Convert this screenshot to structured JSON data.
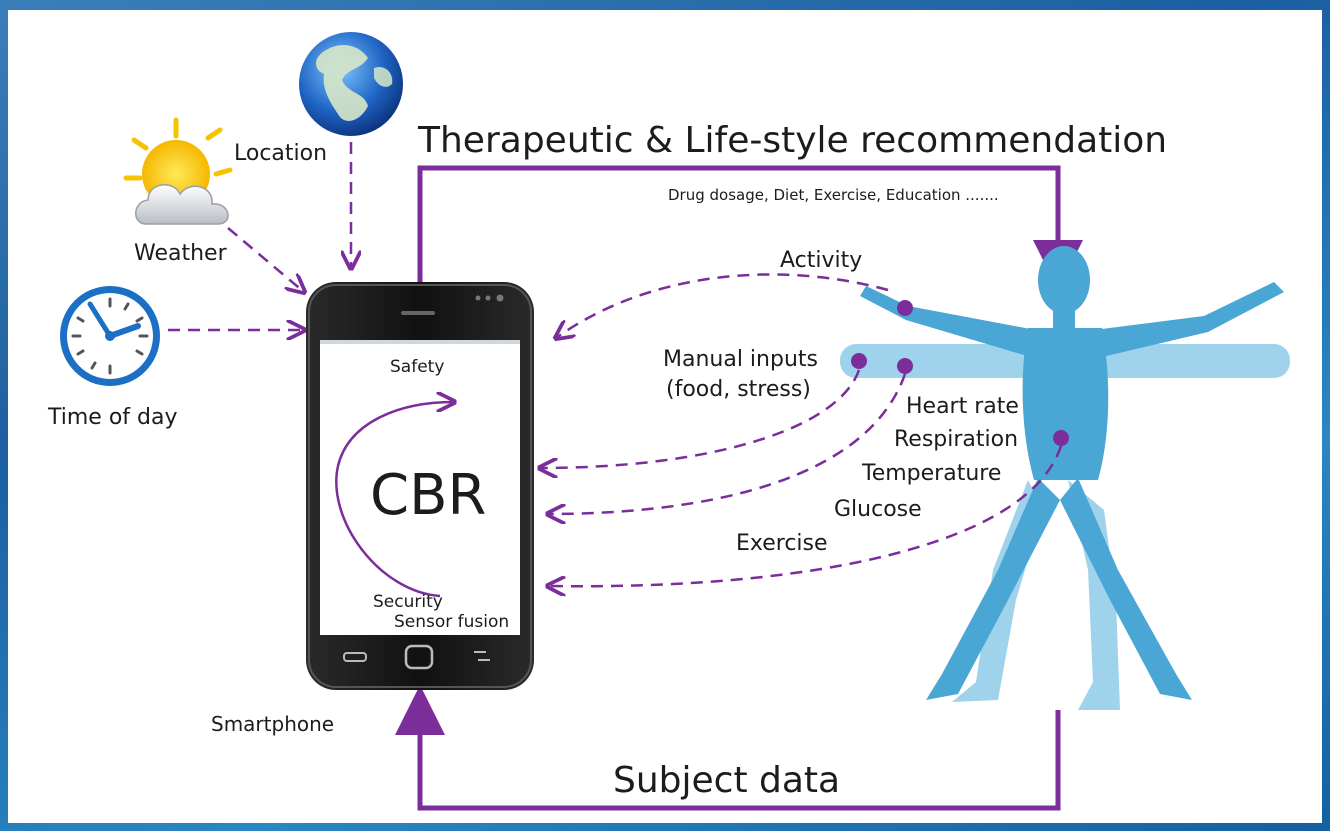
{
  "recommendation": {
    "title": "Therapeutic & Life-style recommendation",
    "subtitle": "Drug dosage, Diet, Exercise, Education ......."
  },
  "inputs": {
    "location": "Location",
    "weather": "Weather",
    "time_of_day": "Time of day"
  },
  "phone": {
    "label": "Smartphone",
    "screen_title": "CBR",
    "safety": "Safety",
    "security": "Security",
    "sensor_fusion": "Sensor fusion"
  },
  "body_signals": {
    "activity": "Activity",
    "manual_inputs_1": "Manual inputs",
    "manual_inputs_2": "(food, stress)",
    "heart_rate": "Heart rate",
    "respiration": "Respiration",
    "temperature": "Temperature",
    "glucose": "Glucose",
    "exercise": "Exercise"
  },
  "subject_data": "Subject data",
  "colors": {
    "purple": "#7b2d9a",
    "body_dark": "#4aa6d4",
    "body_light": "#9fd3ec",
    "phone": "#1a1a1a"
  }
}
